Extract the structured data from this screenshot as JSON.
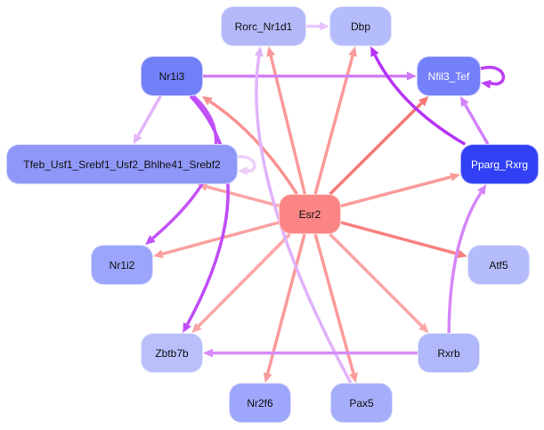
{
  "graph": {
    "nodes": [
      {
        "id": "Rorc_Nr1d1",
        "label": "Rorc_Nr1d1",
        "fill": "#b3b8f8",
        "text": "#111111"
      },
      {
        "id": "Dbp",
        "label": "Dbp",
        "fill": "#b5bcfb",
        "text": "#111111"
      },
      {
        "id": "Nr1i3",
        "label": "Nr1i3",
        "fill": "#7280f8",
        "text": "#111111"
      },
      {
        "id": "Nfil3_Tef",
        "label": "Nfil3_Tef",
        "fill": "#7480fa",
        "text": "#ffffff"
      },
      {
        "id": "Tfeb",
        "label": "Tfeb_Usf1_Srebf1_Usf2_Bhlhe41_Srebf2",
        "fill": "#8f98f8",
        "text": "#111111"
      },
      {
        "id": "Pparg_Rxrg",
        "label": "Pparg_Rxrg",
        "fill": "#3140f5",
        "text": "#ffffff"
      },
      {
        "id": "Esr2",
        "label": "Esr2",
        "fill": "#fb8585",
        "text": "#111111"
      },
      {
        "id": "Nr1i2",
        "label": "Nr1i2",
        "fill": "#9ba5fb",
        "text": "#111111"
      },
      {
        "id": "Atf5",
        "label": "Atf5",
        "fill": "#b5bcfb",
        "text": "#111111"
      },
      {
        "id": "Zbtb7b",
        "label": "Zbtb7b",
        "fill": "#b8bffb",
        "text": "#111111"
      },
      {
        "id": "Rxrb",
        "label": "Rxrb",
        "fill": "#b0b8fb",
        "text": "#111111"
      },
      {
        "id": "Nr2f6",
        "label": "Nr2f6",
        "fill": "#9ea7fb",
        "text": "#111111"
      },
      {
        "id": "Pax5",
        "label": "Pax5",
        "fill": "#a6aefb",
        "text": "#111111"
      }
    ],
    "edges": [
      {
        "from": "Esr2",
        "to": "Rorc_Nr1d1",
        "color": "#fb9a9a"
      },
      {
        "from": "Esr2",
        "to": "Dbp",
        "color": "#fb9a9a"
      },
      {
        "from": "Esr2",
        "to": "Nr1i3",
        "color": "#fb9090"
      },
      {
        "from": "Esr2",
        "to": "Nfil3_Tef",
        "color": "#f77676"
      },
      {
        "from": "Esr2",
        "to": "Tfeb",
        "color": "#fba5a5"
      },
      {
        "from": "Esr2",
        "to": "Pparg_Rxrg",
        "color": "#fb9a9a"
      },
      {
        "from": "Esr2",
        "to": "Nr1i2",
        "color": "#fba0a0"
      },
      {
        "from": "Esr2",
        "to": "Atf5",
        "color": "#f98080"
      },
      {
        "from": "Esr2",
        "to": "Zbtb7b",
        "color": "#fba5a5"
      },
      {
        "from": "Esr2",
        "to": "Rxrb",
        "color": "#fba5a5"
      },
      {
        "from": "Esr2",
        "to": "Nr2f6",
        "color": "#fb9a9a"
      },
      {
        "from": "Esr2",
        "to": "Pax5",
        "color": "#fb9a9a"
      },
      {
        "from": "Rorc_Nr1d1",
        "to": "Dbp",
        "color": "#e8c6fb"
      },
      {
        "from": "Nr1i3",
        "to": "Nfil3_Tef",
        "color": "#d27cf7"
      },
      {
        "from": "Nr1i3",
        "to": "Tfeb",
        "color": "#e4b4fb"
      },
      {
        "from": "Nr1i3",
        "to": "Nr1i2",
        "color": "#c353f7"
      },
      {
        "from": "Nr1i3",
        "to": "Zbtb7b",
        "color": "#bf4cf8"
      },
      {
        "from": "Nfil3_Tef",
        "to": "Nfil3_Tef",
        "color": "#bb3ff7"
      },
      {
        "from": "Pparg_Rxrg",
        "to": "Nfil3_Tef",
        "color": "#d282f9"
      },
      {
        "from": "Pparg_Rxrg",
        "to": "Dbp",
        "color": "#b533f5"
      },
      {
        "from": "Pax5",
        "to": "Rorc_Nr1d1",
        "color": "#e0b2fb"
      },
      {
        "from": "Tfeb",
        "to": "Tfeb",
        "color": "#ecd0fb"
      },
      {
        "from": "Rxrb",
        "to": "Zbtb7b",
        "color": "#d88bf9"
      },
      {
        "from": "Rxrb",
        "to": "Pparg_Rxrg",
        "color": "#d586f9"
      }
    ]
  }
}
